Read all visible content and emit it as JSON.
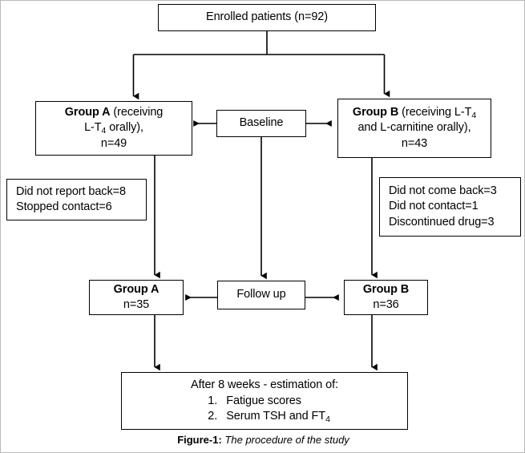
{
  "figure": {
    "caption_label": "Figure-1:",
    "caption_text": "The procedure of the study"
  },
  "colors": {
    "stroke": "#000000",
    "background": "#ffffff",
    "text": "#000000",
    "frame": "#b9b9b9"
  },
  "nodes": {
    "enrolled": {
      "text": "Enrolled patients (n=92)"
    },
    "group_a": {
      "line1_bold": "Group A",
      "line1_rest": " (receiving",
      "line2_pre": "L-T",
      "line2_sub": "4",
      "line2_post": " orally),",
      "line3": "n=49"
    },
    "baseline": {
      "text": "Baseline"
    },
    "group_b": {
      "line1_bold": "Group B",
      "line1_rest": " (receiving L-T",
      "line1_sub": "4",
      "line2": "and L-carnitine orally),",
      "line3": "n=43"
    },
    "dropout_a": {
      "line1": "Did not report back=8",
      "line2": "Stopped contact=6"
    },
    "dropout_b": {
      "line1": "Did not come back=3",
      "line2": "Did not contact=1",
      "line3": "Discontinued drug=3"
    },
    "group_a_follow": {
      "line1": "Group A",
      "line2": "n=35"
    },
    "followup": {
      "text": "Follow up"
    },
    "group_b_follow": {
      "line1": "Group B",
      "line2": "n=36"
    },
    "outcome": {
      "title": "After 8 weeks - estimation of:",
      "item1_num": "1.",
      "item1_text": "Fatigue scores",
      "item2_num": "2.",
      "item2_pre": "Serum TSH and FT",
      "item2_sub": "4"
    }
  }
}
